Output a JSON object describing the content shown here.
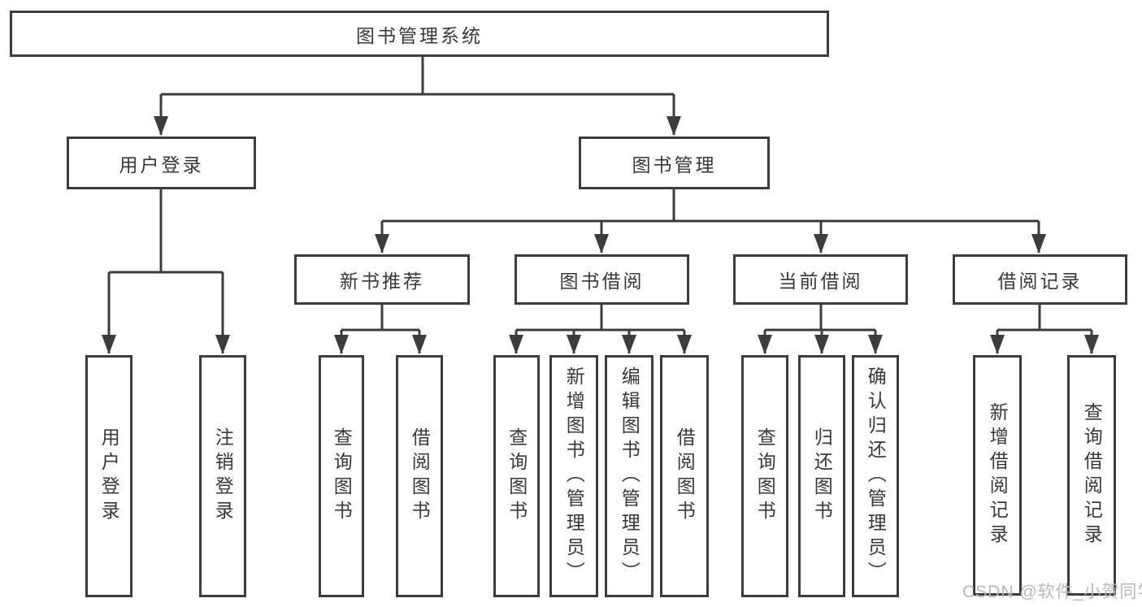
{
  "diagram": {
    "root": "图书管理系统",
    "level2": [
      "用户登录",
      "图书管理"
    ],
    "level3": [
      "新书推荐",
      "图书借阅",
      "当前借阅",
      "借阅记录"
    ],
    "leaves": [
      "用户登录",
      "注销登录",
      "查询图书",
      "借阅图书",
      "查询图书",
      "新增图书（管理员）",
      "编辑图书（管理员）",
      "借阅图书",
      "查询图书",
      "归还图书",
      "确认归还（管理员）",
      "新增借阅记录",
      "查询借阅记录"
    ]
  },
  "watermark": "CSDN @软件_小贺同学",
  "colors": {
    "line": "#3c3c3c",
    "text": "#383838",
    "watermark": "#b8b8b8",
    "background": "#ffffff"
  }
}
